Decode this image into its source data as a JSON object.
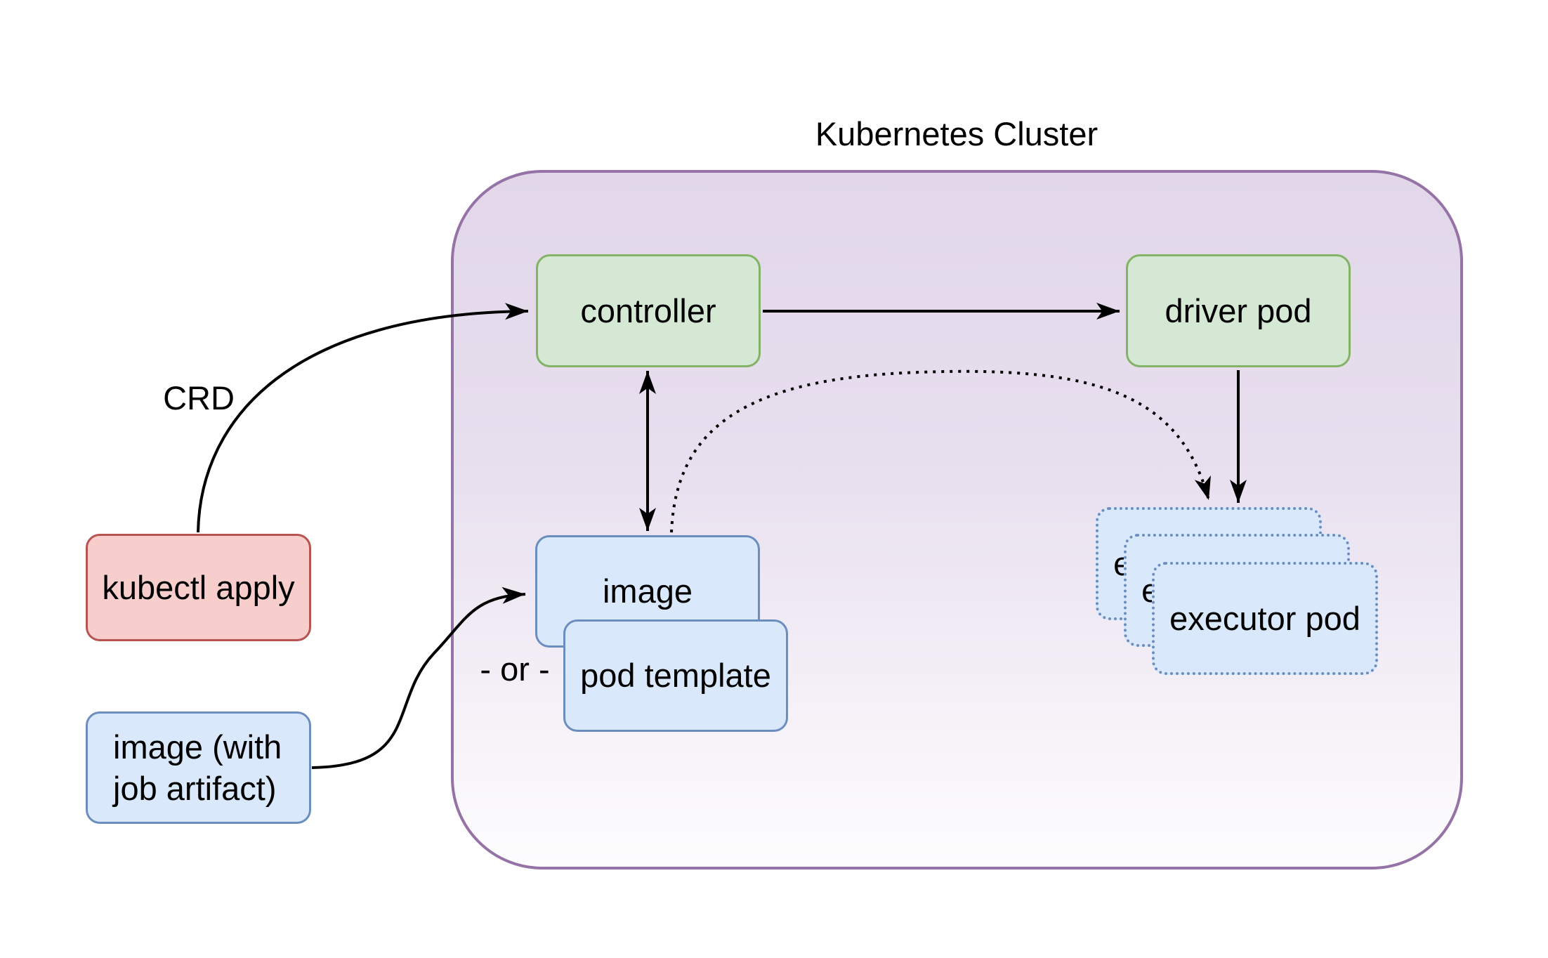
{
  "title": "Kubernetes Cluster",
  "annotations": {
    "crd_label": "CRD",
    "or_label": "- or -"
  },
  "nodes": {
    "kubectl_apply": {
      "label": "kubectl apply"
    },
    "job_image": {
      "label_line1": "image (with",
      "label_line2": "job artifact)"
    },
    "controller": {
      "label": "controller"
    },
    "driver_pod": {
      "label": "driver pod"
    },
    "image": {
      "label": "image"
    },
    "pod_template": {
      "label": "pod template"
    },
    "executor_pod": {
      "label": "executor pod"
    }
  },
  "colors": {
    "cluster_border": "#9673a6",
    "cluster_fill_top": "#e1d7e9",
    "green_fill": "#d5e8d4",
    "green_border": "#82b366",
    "blue_fill": "#dae8fc",
    "blue_border": "#6c8ebf",
    "red_fill": "#f8cecc",
    "red_border": "#b85450",
    "line": "#000000"
  }
}
